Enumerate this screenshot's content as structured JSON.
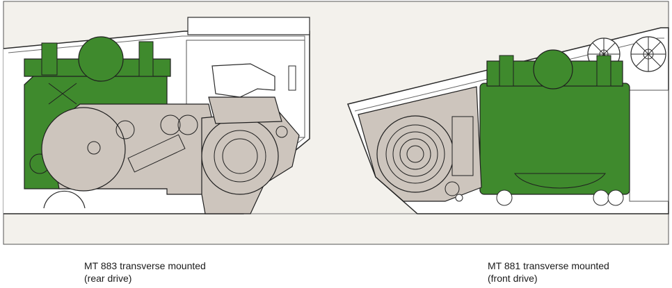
{
  "figure": {
    "colors": {
      "background": "#f3f1ec",
      "engine": "#3f8a2d",
      "transmission": "#cdc5bd",
      "outline": "#2a2a2a"
    },
    "left": {
      "caption_line1": "MT 883 transverse mounted",
      "caption_line2": "(rear drive)"
    },
    "right": {
      "caption_line1": "MT 881 transverse mounted",
      "caption_line2": "(front drive)"
    }
  }
}
